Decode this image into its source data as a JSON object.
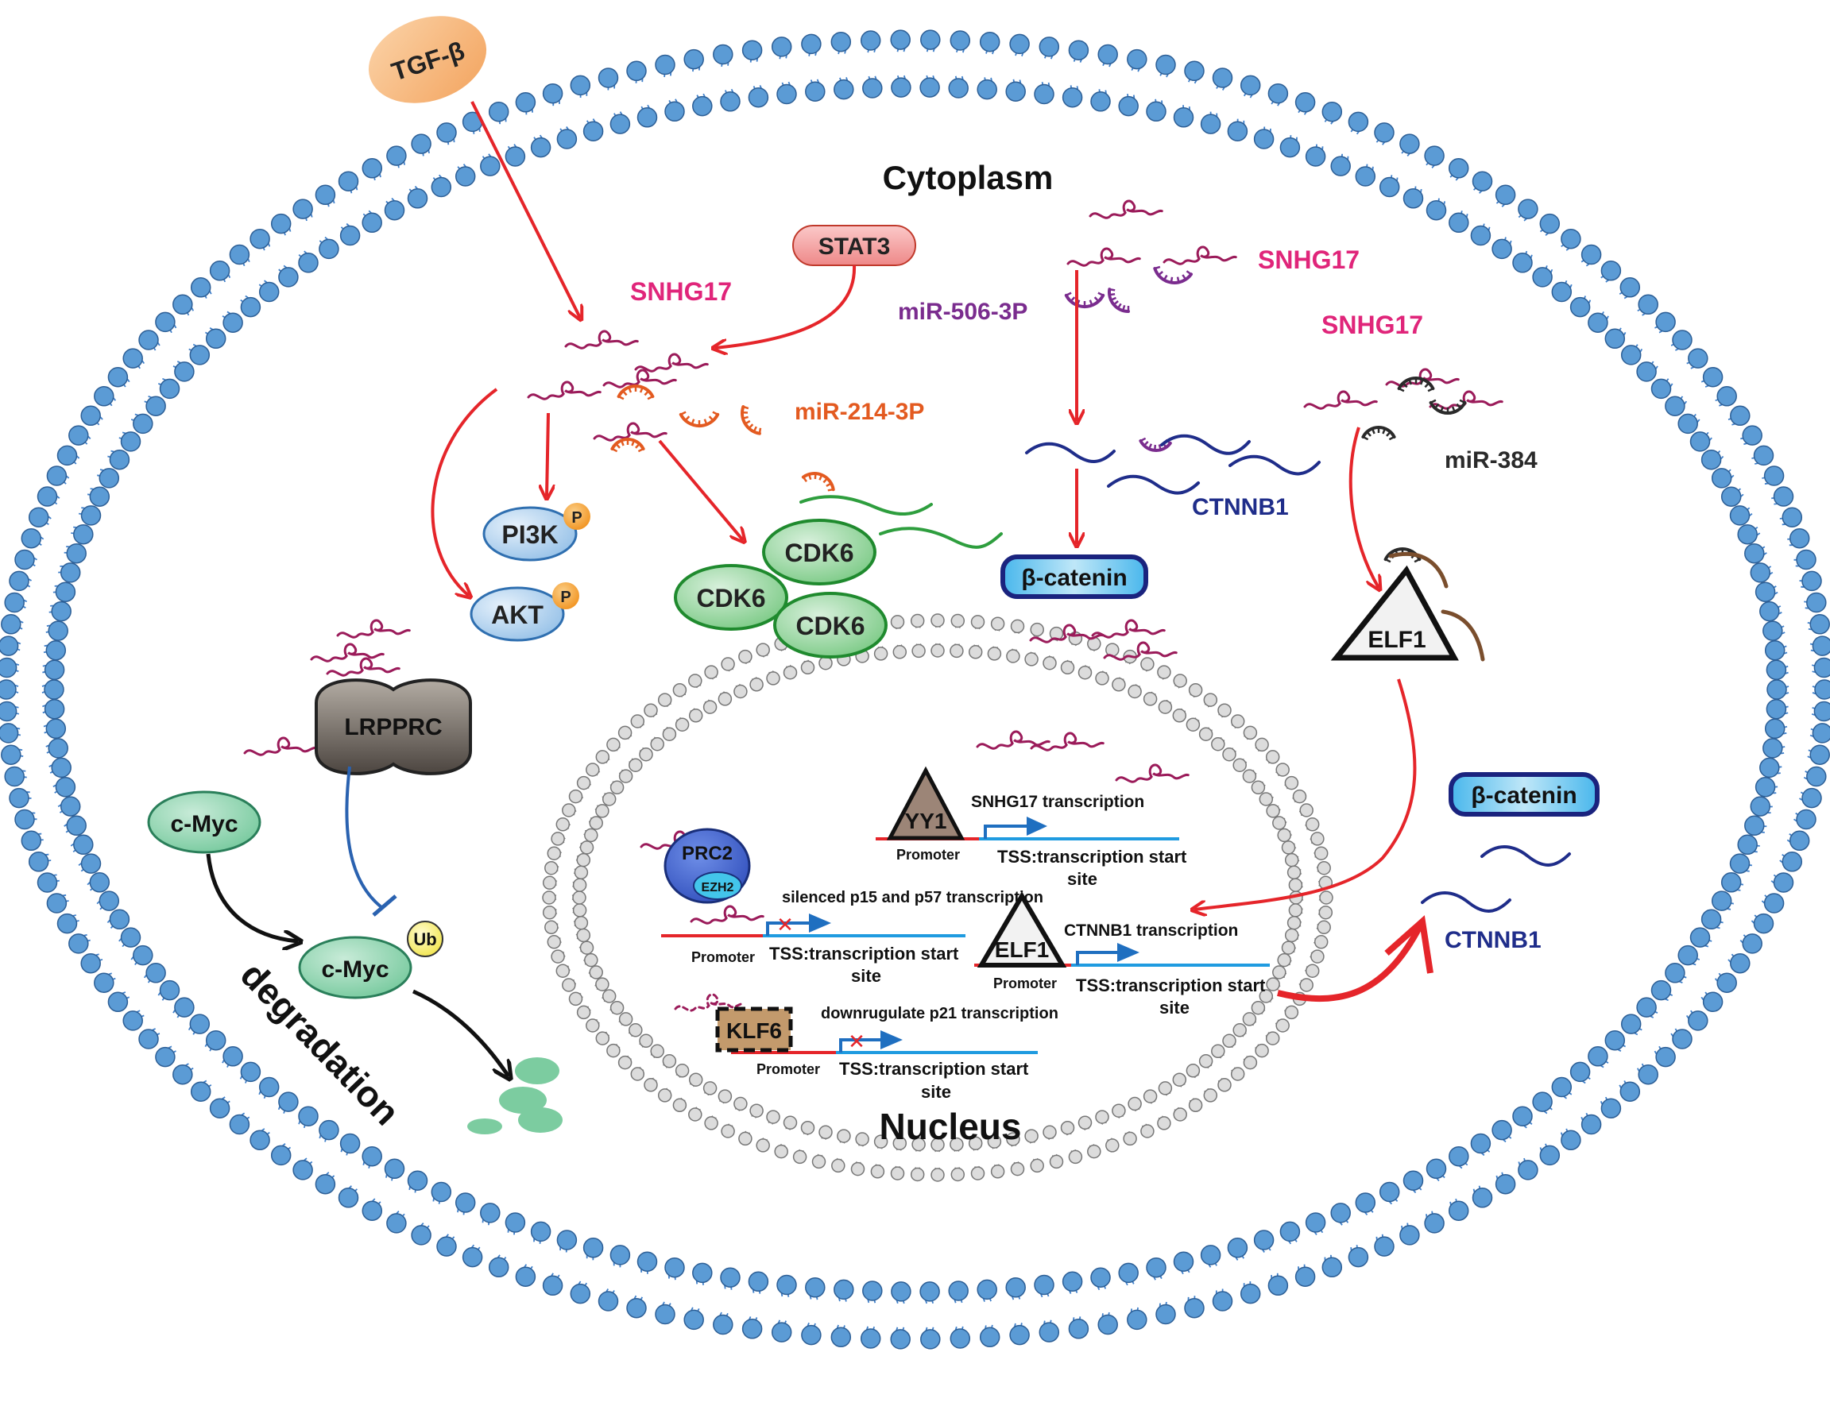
{
  "compartments": {
    "cytoplasm": "Cytoplasm",
    "nucleus": "Nucleus",
    "degradation": "degradation"
  },
  "proteins": {
    "tgf": "TGF-β",
    "stat3": "STAT3",
    "pi3k": "PI3K",
    "akt": "AKT",
    "phospho": "P",
    "cdk6": "CDK6",
    "beta_catenin": "β-catenin",
    "elf1": "ELF1",
    "lrpprc": "LRPPRC",
    "cmyc": "c-Myc",
    "ub": "Ub",
    "prc2": "PRC2",
    "ezh2": "EZH2",
    "yy1": "YY1",
    "klf6": "KLF6"
  },
  "rnas": {
    "snhg17": "SNHG17",
    "mir214": "miR-214-3P",
    "mir506": "miR-506-3P",
    "mir384": "miR-384",
    "ctnnb1": "CTNNB1"
  },
  "genes": {
    "snhg17_tx": "SNHG17 transcription",
    "ctnnb1_tx": "CTNNB1 transcription",
    "p15_p57": "silenced p15 and p57 transcription",
    "p21": "downrugulate p21 transcription",
    "promoter": "Promoter",
    "tss_line1": "TSS:transcription start",
    "tss_line2": "site"
  },
  "colors": {
    "membrane_head": "#5b9bd5",
    "membrane_tail": "#3f7fc9",
    "nucleus_head": "#dcdcdc",
    "arrow_red": "#e5252a",
    "lncrna": "#9b1b5a",
    "mir214": "#e35a20",
    "mir506": "#7a2c8e",
    "mir384": "#2a2a2a",
    "ctnnb1": "#1f2d8a",
    "cdk6_green": "#2e9e3e",
    "snhg17_label": "#e0257a"
  }
}
